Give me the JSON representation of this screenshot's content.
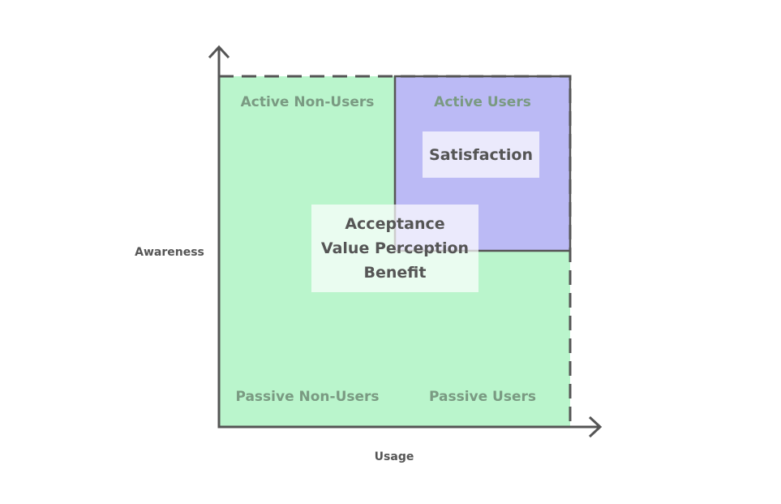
{
  "axes": {
    "x_label": "Usage",
    "y_label": "Awareness"
  },
  "quadrants": {
    "top_left": "Active Non-Users",
    "top_right": "Active Users",
    "bottom_left": "Passive Non-Users",
    "bottom_right": "Passive Users"
  },
  "boxes": {
    "satisfaction": "Satisfaction",
    "center_lines": [
      "Acceptance",
      "Value Perception",
      "Benefit"
    ]
  },
  "colors": {
    "green_fill": "#baf5cc",
    "blue_fill": "#bbbaf5",
    "stroke": "#555555",
    "box_fill": "#ffffff"
  }
}
